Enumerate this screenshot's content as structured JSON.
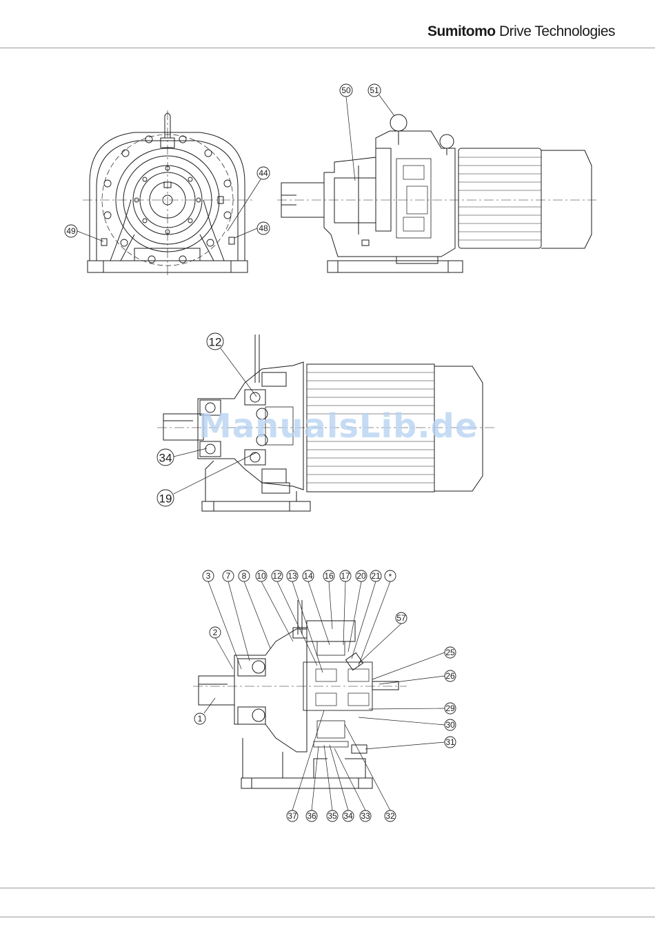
{
  "header": {
    "brand_bold": "Sumitomo",
    "brand_rest": "Drive Technologies"
  },
  "watermark": "ManualsLib.de",
  "figure1": {
    "callouts": [
      "50",
      "51",
      "44",
      "48",
      "49"
    ]
  },
  "figure2": {
    "callouts": [
      "12",
      "34",
      "19"
    ]
  },
  "figure3": {
    "top_callouts": [
      "3",
      "7",
      "8",
      "10",
      "12",
      "13",
      "14",
      "16",
      "17",
      "20",
      "21",
      "*"
    ],
    "right_callouts": [
      "57",
      "25",
      "26",
      "29",
      "30",
      "31"
    ],
    "left_callouts": [
      "2",
      "1"
    ],
    "bottom_callouts": [
      "37",
      "36",
      "35",
      "34",
      "33",
      "32"
    ]
  }
}
